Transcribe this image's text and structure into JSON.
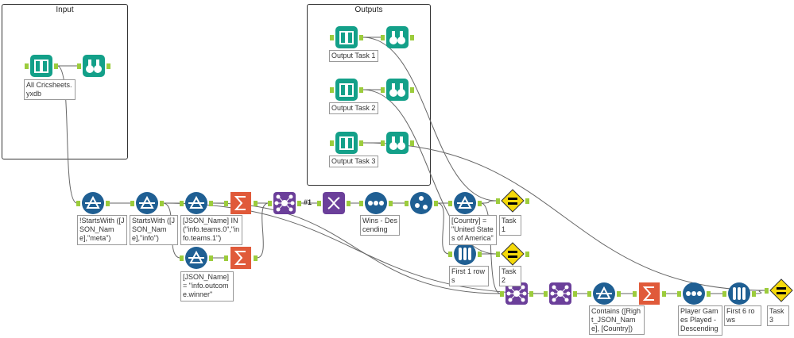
{
  "containers": {
    "input": "Input",
    "outputs": "Outputs"
  },
  "colors": {
    "filter": "#1f5f93",
    "summarize": "#e05a3a",
    "join": "#6b3f9a",
    "sort": "#1f5f93",
    "check": "#f5d90a",
    "input": "#13a089",
    "anchor": "#9ccc3c"
  },
  "tools": {
    "input": {
      "icon": "book-input-icon",
      "label": "All Cricsheets.yxdb"
    },
    "browse_in": {
      "icon": "binoculars-icon"
    },
    "out1": {
      "icon": "book-input-icon",
      "label": "Output Task 1"
    },
    "browse1": {
      "icon": "binoculars-icon"
    },
    "out2": {
      "icon": "book-input-icon",
      "label": "Output Task 2"
    },
    "browse2": {
      "icon": "binoculars-icon"
    },
    "out3": {
      "icon": "book-input-icon",
      "label": "Output Task 3"
    },
    "browse3": {
      "icon": "binoculars-icon"
    },
    "filter1": {
      "icon": "filter-icon",
      "label": "!StartsWith ([JSON_Name],\"meta\")"
    },
    "filter2": {
      "icon": "filter-icon",
      "label": "StartsWith ([JSON_Name],\"info\")"
    },
    "filter3": {
      "icon": "filter-icon",
      "label": "[JSON_Name] IN (\"info.teams.0\",\"info.teams.1\")"
    },
    "filter4": {
      "icon": "filter-icon",
      "label": "[JSON_Name] = \"info.outcome.winner\""
    },
    "sum1": {
      "icon": "summarize-icon"
    },
    "sum2": {
      "icon": "summarize-icon"
    },
    "join1": {
      "icon": "join-icon",
      "multi_label": "#1"
    },
    "transpose": {
      "icon": "crosstab-icon"
    },
    "sort1": {
      "icon": "sort-icon",
      "label": "Wins - Descending"
    },
    "recordid": {
      "icon": "record-id-icon"
    },
    "filter5": {
      "icon": "filter-icon",
      "label": "[Country] = \"United States of America\""
    },
    "sample1": {
      "icon": "sample-icon",
      "label": "First 1 rows"
    },
    "task1": {
      "icon": "test-icon",
      "label": "Task1"
    },
    "task2": {
      "icon": "test-icon",
      "label": "Task2"
    },
    "join2": {
      "icon": "join-icon"
    },
    "join3": {
      "icon": "join-icon"
    },
    "filter6": {
      "icon": "filter-icon",
      "label": "Contains ([Right_JSON_Name], [Country])"
    },
    "sum3": {
      "icon": "summarize-icon"
    },
    "sort2": {
      "icon": "sort-icon",
      "label": "Player Games Played - Descending"
    },
    "sample2": {
      "icon": "sample-icon",
      "label": "First 6 rows"
    },
    "task3": {
      "icon": "test-icon",
      "label": "Task3"
    }
  }
}
